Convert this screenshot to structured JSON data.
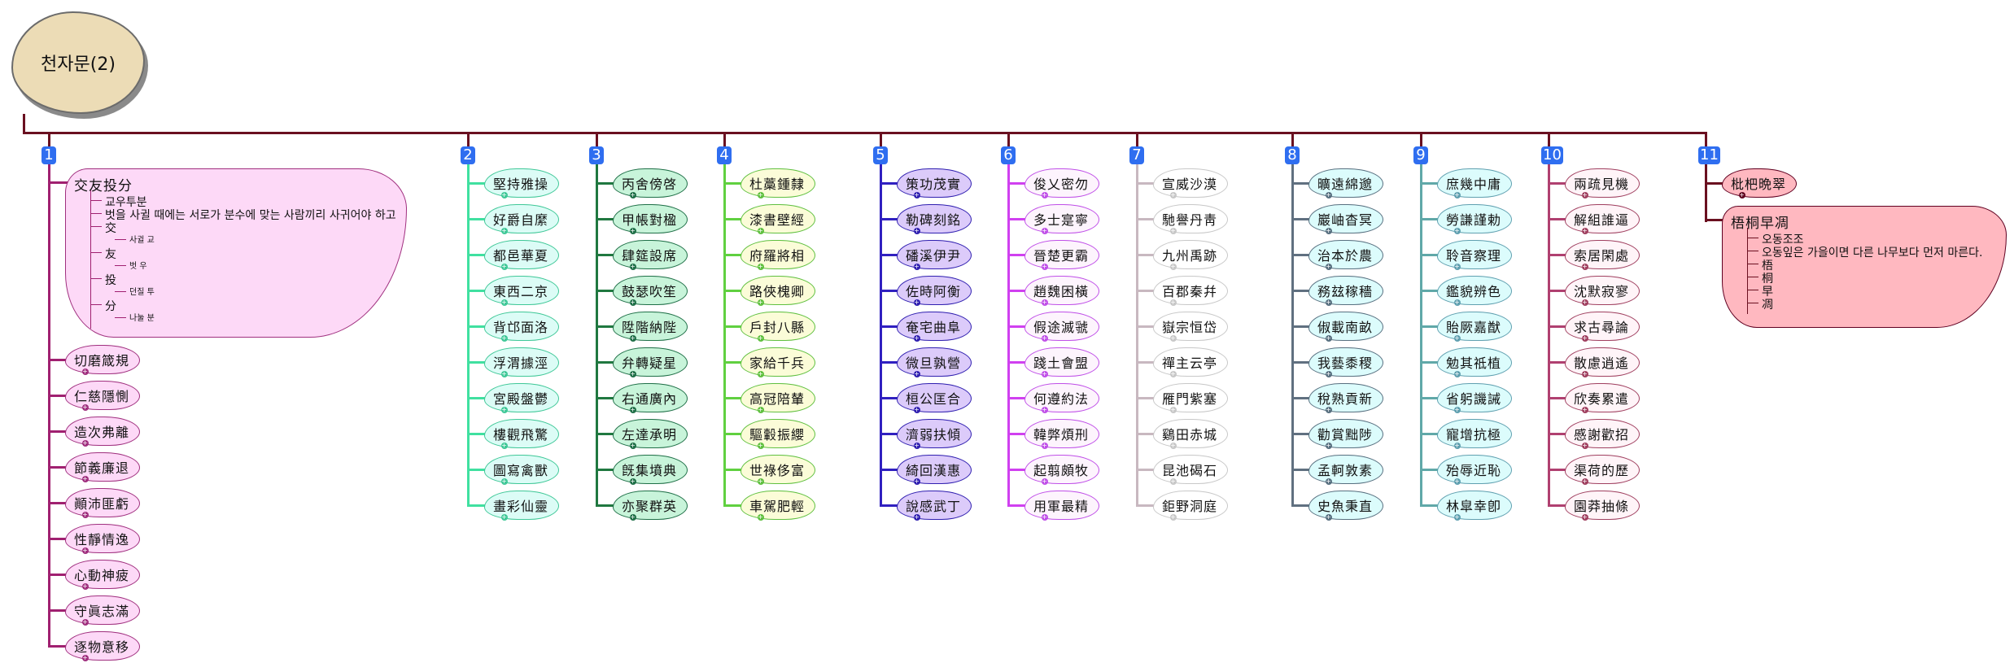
{
  "root": {
    "title": "천자문(2)",
    "color": "#ecdcb6"
  },
  "trunk_color": "#6a1020",
  "columns": [
    {
      "number": "1",
      "fill": "#fdd9f7",
      "border": "#a0307f",
      "line": "#a02070",
      "expanded": {
        "title": "交友投分",
        "lines": [
          {
            "text": "교우투분",
            "level": 1
          },
          {
            "text": "벗을 사귈 때에는 서로가 분수에 맞는 사람끼리 사귀어야 하고",
            "level": 1
          },
          {
            "text": "交",
            "level": 1
          },
          {
            "text": "사귈 교",
            "level": 2
          },
          {
            "text": "友",
            "level": 1
          },
          {
            "text": "벗 우",
            "level": 2
          },
          {
            "text": "投",
            "level": 1
          },
          {
            "text": "던질 투",
            "level": 2
          },
          {
            "text": "分",
            "level": 1
          },
          {
            "text": "나눌 분",
            "level": 2
          }
        ]
      },
      "items": [
        "切磨箴規",
        "仁慈隱惻",
        "造次弗離",
        "節義廉退",
        "顚沛匪虧",
        "性靜情逸",
        "心動神疲",
        "守眞志滿",
        "逐物意移"
      ]
    },
    {
      "number": "2",
      "fill": "#dcfcf6",
      "border": "#40c898",
      "line": "#40e0a0",
      "items": [
        "堅持雅操",
        "好爵自縻",
        "都邑華夏",
        "東西二京",
        "背邙面洛",
        "浮渭據涇",
        "宮殿盤鬱",
        "樓觀飛驚",
        "圖寫禽獸",
        "畫彩仙靈"
      ]
    },
    {
      "number": "3",
      "fill": "#c8f4da",
      "border": "#207048",
      "line": "#207840",
      "items": [
        "丙舍傍啓",
        "甲帳對楹",
        "肆筵設席",
        "鼓瑟吹笙",
        "陞階納陛",
        "弁轉疑星",
        "右通廣內",
        "左達承明",
        "旣集墳典",
        "亦聚群英"
      ]
    },
    {
      "number": "4",
      "fill": "#fbfcd8",
      "border": "#60c040",
      "line": "#60d040",
      "items": [
        "杜藁鍾隸",
        "漆書壁經",
        "府羅將相",
        "路俠槐卿",
        "戶封八縣",
        "家給千兵",
        "高冠陪輦",
        "驅轂振纓",
        "世祿侈富",
        "車駕肥輕"
      ]
    },
    {
      "number": "5",
      "fill": "#dccbfa",
      "border": "#3020b0",
      "line": "#3020c0",
      "items": [
        "策功茂實",
        "勒碑刻銘",
        "磻溪伊尹",
        "佐時阿衡",
        "奄宅曲阜",
        "微旦孰營",
        "桓公匡合",
        "濟弱扶傾",
        "綺回漢惠",
        "說感武丁"
      ]
    },
    {
      "number": "6",
      "fill": "#fdf4fd",
      "border": "#c050e8",
      "line": "#d040f0",
      "items": [
        "俊乂密勿",
        "多士寔寧",
        "晉楚更霸",
        "趙魏困橫",
        "假途滅虢",
        "踐土會盟",
        "何遵約法",
        "韓弊煩刑",
        "起翦頗牧",
        "用軍最精"
      ]
    },
    {
      "number": "7",
      "fill": "#ffffff",
      "border": "#c8c8c8",
      "line": "#c8b8c0",
      "items": [
        "宣威沙漠",
        "馳譽丹靑",
        "九州禹跡",
        "百郡秦幷",
        "嶽宗恒岱",
        "禪主云亭",
        "雁門紫塞",
        "鷄田赤城",
        "昆池碣石",
        "鉅野洞庭"
      ]
    },
    {
      "number": "8",
      "fill": "#dcfcfc",
      "border": "#587080",
      "line": "#607080",
      "items": [
        "曠遠綿邈",
        "巖岫杳冥",
        "治本於農",
        "務玆稼穡",
        "俶載南畝",
        "我藝黍稷",
        "稅熟貢新",
        "勸賞黜陟",
        "孟軻敦素",
        "史魚秉直"
      ]
    },
    {
      "number": "9",
      "fill": "#dcfcfc",
      "border": "#60a0b0",
      "line": "#60a8a8",
      "items": [
        "庶幾中庸",
        "勞謙謹勅",
        "聆音察理",
        "鑑貌辨色",
        "貽厥嘉猷",
        "勉其祗植",
        "省躬譏誡",
        "寵增抗極",
        "殆辱近恥",
        "林皐幸卽"
      ]
    },
    {
      "number": "10",
      "fill": "#fff4f8",
      "border": "#a04060",
      "line": "#b04070",
      "items": [
        "兩疏見機",
        "解組誰逼",
        "索居閑處",
        "沈默寂寥",
        "求古尋論",
        "散慮逍遙",
        "欣奏累遣",
        "慼謝歡招",
        "渠荷的歷",
        "園莽抽條"
      ]
    },
    {
      "number": "11",
      "fill": "#ffb8c0",
      "border": "#600020",
      "line": "#6a1020",
      "items": [
        "枇杷晩翠"
      ],
      "expanded_after": {
        "title": "梧桐早凋",
        "lines": [
          {
            "text": "오동조조",
            "level": 1
          },
          {
            "text": "오동잎은 가을이면 다른 나무보다 먼저 마른다.",
            "level": 1
          },
          {
            "text": "梧",
            "level": 1
          },
          {
            "text": "桐",
            "level": 1
          },
          {
            "text": "早",
            "level": 1
          },
          {
            "text": "凋",
            "level": 1
          }
        ]
      }
    }
  ]
}
